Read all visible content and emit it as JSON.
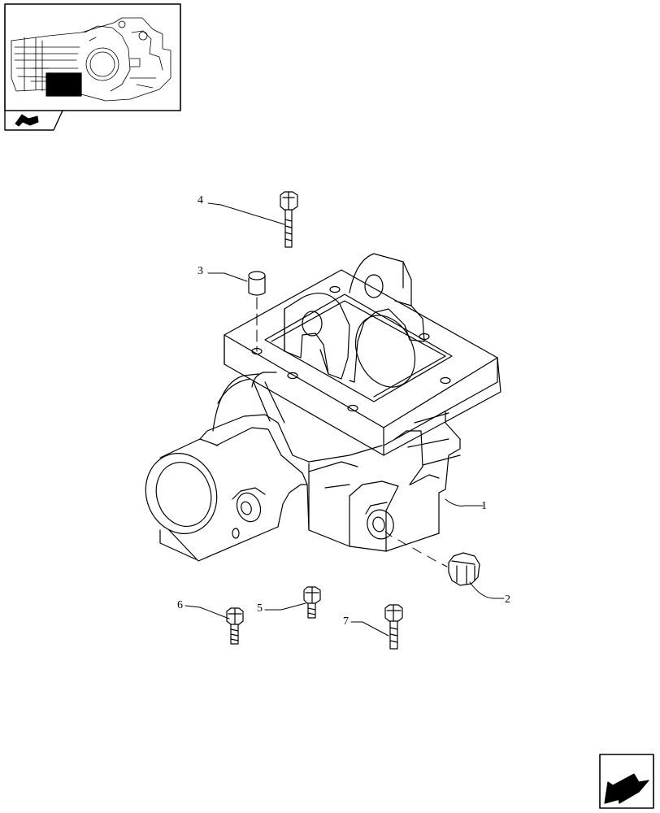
{
  "diagram": {
    "callouts": [
      {
        "id": "part-1",
        "label": "1"
      },
      {
        "id": "part-2",
        "label": "2"
      },
      {
        "id": "part-3",
        "label": "3"
      },
      {
        "id": "part-4",
        "label": "4"
      },
      {
        "id": "part-5",
        "label": "5"
      },
      {
        "id": "part-6",
        "label": "6"
      },
      {
        "id": "part-7",
        "label": "7"
      }
    ]
  },
  "icons": {
    "thumbnail": "overview-thumbnail-icon",
    "thumbnail_tab": "book-icon",
    "navigation": "arrow-back-icon"
  },
  "colors": {
    "line": "#000000",
    "background": "#ffffff"
  }
}
